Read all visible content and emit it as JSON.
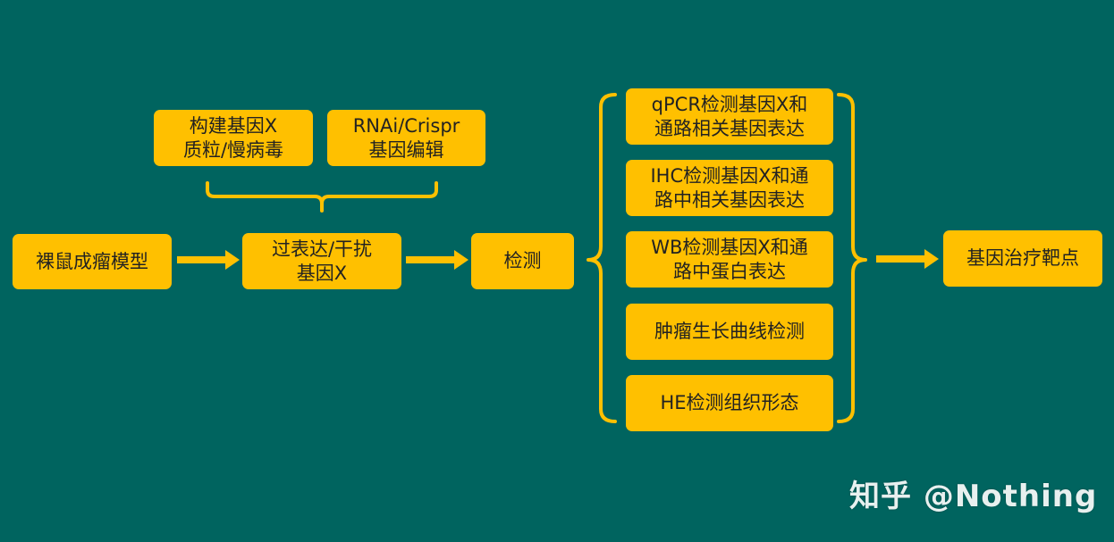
{
  "colors": {
    "background": "#00645f",
    "box": "#ffc000",
    "connector": "#ffc000",
    "text": "#222222",
    "watermark": "#e8f0ef"
  },
  "nodes": {
    "model": {
      "lines": [
        "裸鼠成瘤模型"
      ]
    },
    "plasmid": {
      "lines": [
        "构建基因X",
        "质粒/慢病毒"
      ]
    },
    "rnai": {
      "lines": [
        "RNAi/Crispr",
        "基因编辑"
      ]
    },
    "overexpress": {
      "lines": [
        "过表达/干扰",
        "基因X"
      ]
    },
    "detect": {
      "lines": [
        "检测"
      ]
    },
    "qpcr": {
      "lines": [
        "qPCR检测基因X和",
        "通路相关基因表达"
      ]
    },
    "ihc": {
      "lines": [
        "IHC检测基因X和通",
        "路中相关基因表达"
      ]
    },
    "wb": {
      "lines": [
        "WB检测基因X和通",
        "路中蛋白表达"
      ]
    },
    "growth": {
      "lines": [
        "肿瘤生长曲线检测"
      ]
    },
    "he": {
      "lines": [
        "HE检测组织形态"
      ]
    },
    "target": {
      "lines": [
        "基因治疗靶点"
      ]
    }
  },
  "watermark": "知乎 @Nothing"
}
